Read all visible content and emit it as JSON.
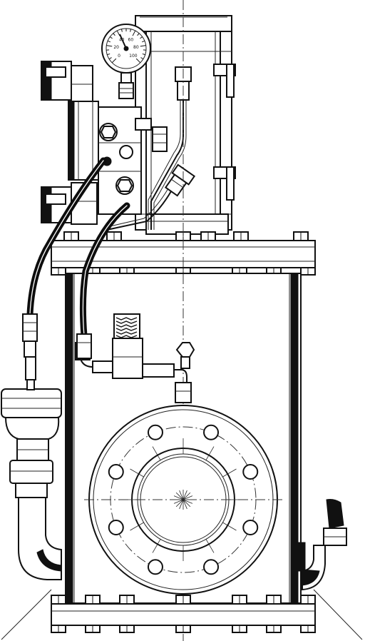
{
  "drawing": {
    "ink_color": "#111111",
    "paper_color": "#ffffff",
    "gauge_ticks": [
      "0",
      "20",
      "40",
      "60",
      "80",
      "100"
    ]
  }
}
